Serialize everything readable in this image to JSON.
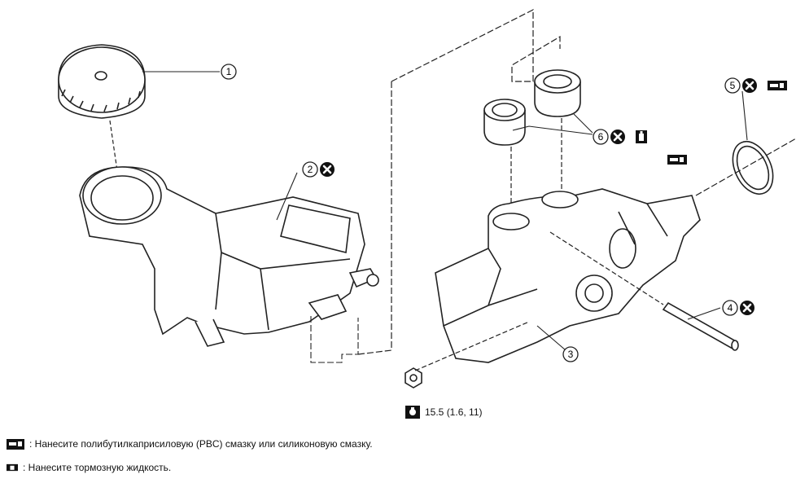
{
  "diagram": {
    "callouts": [
      {
        "id": "1",
        "marks": ""
      },
      {
        "id": "2",
        "marks": "x"
      },
      {
        "id": "3",
        "marks": ""
      },
      {
        "id": "4",
        "marks": "x"
      },
      {
        "id": "5",
        "marks": "x-grease"
      },
      {
        "id": "6",
        "marks": "x-fluid"
      }
    ],
    "torque": {
      "value": "15.5 (1.6, 11)",
      "icon": "torque-wrench-icon"
    },
    "legend": [
      {
        "icon": "grease-icon",
        "text": ": Нанесите полибутилкаприсиловую (PBC) смазку или силиконовую смазку."
      },
      {
        "icon": "brake-fluid-icon",
        "text": ": Нанесите тормозную жидкость."
      }
    ],
    "colors": {
      "line": "#222222",
      "fill": "#ffffff"
    }
  }
}
